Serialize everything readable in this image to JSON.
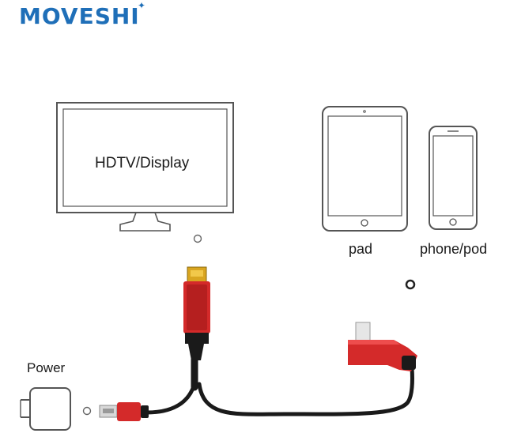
{
  "brand": {
    "name": "MOVESHI",
    "color": "#1f6fb8"
  },
  "labels": {
    "display": "HDTV/Display",
    "tablet": "pad",
    "phone": "phone/pod",
    "power": "Power"
  },
  "colors": {
    "outline": "#555555",
    "cable_red": "#d42a2a",
    "cable_dark": "#8e1515",
    "cable_black": "#1a1a1a",
    "hdmi_gold": "#d9a520"
  },
  "icons": [
    "tv-icon",
    "tablet-icon",
    "phone-icon",
    "power-adapter-icon",
    "hdmi-connector-icon",
    "usb-connector-icon",
    "lightning-connector-icon"
  ]
}
